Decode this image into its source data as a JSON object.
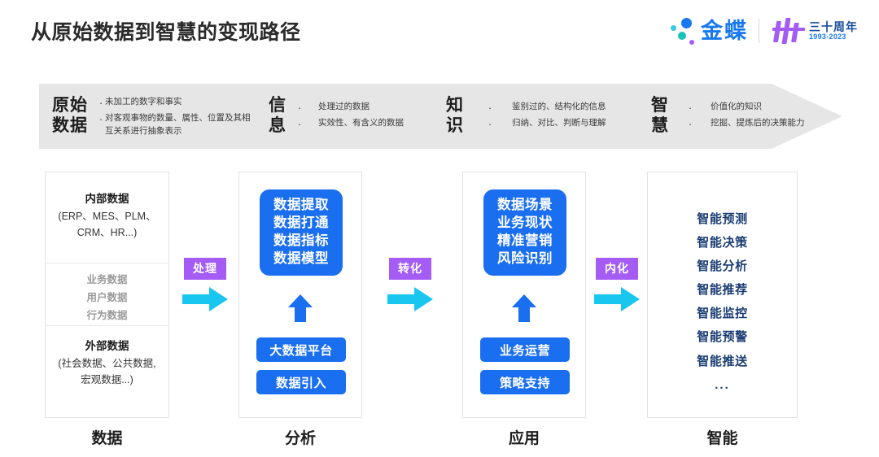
{
  "header": {
    "title": "从原始数据到智慧的变现路径",
    "brand": {
      "name": "金蝶",
      "anniversary_cn": "三十周年",
      "anniversary_years": "1993-2023"
    }
  },
  "band": {
    "stages": [
      {
        "heading_line1": "原始",
        "heading_line2": "数据",
        "bullets": [
          "未加工的数字和事实",
          "对客观事物的数量、属性、位置及其相互关系进行抽象表示"
        ]
      },
      {
        "heading_line1": "信",
        "heading_line2": "息",
        "bullets": [
          "处理过的数据",
          "实效性、有含义的数据"
        ]
      },
      {
        "heading_line1": "知",
        "heading_line2": "识",
        "bullets": [
          "鉴别过的、结构化的信息",
          "归纳、对比、判断与理解"
        ]
      },
      {
        "heading_line1": "智",
        "heading_line2": "慧",
        "bullets": [
          "价值化的知识",
          "挖掘、提炼后的决策能力"
        ]
      }
    ],
    "bullet_glyph": "·"
  },
  "columns": [
    {
      "label": "数据",
      "internal_title": "内部数据",
      "internal_sub_line1": "(ERP、MES、PLM、",
      "internal_sub_line2": "CRM、HR...)",
      "middle_items": [
        "业务数据",
        "用户数据",
        "行为数据"
      ],
      "external_title": "外部数据",
      "external_sub_line1": "(社会数据、公共数据,",
      "external_sub_line2": "宏观数据...)"
    },
    {
      "label": "分析",
      "box_items": [
        "数据提取",
        "数据打通",
        "数据指标",
        "数据模型"
      ],
      "pills": [
        "大数据平台",
        "数据引入"
      ]
    },
    {
      "label": "应用",
      "box_items": [
        "数据场景",
        "业务现状",
        "精准营销",
        "风险识别"
      ],
      "pills": [
        "业务运营",
        "策略支持"
      ]
    },
    {
      "label": "智能",
      "items": [
        "智能预测",
        "智能决策",
        "智能分析",
        "智能推荐",
        "智能监控",
        "智能预警",
        "智能推送"
      ],
      "ellipsis": "..."
    }
  ],
  "connectors": [
    {
      "label": "处理"
    },
    {
      "label": "转化"
    },
    {
      "label": "内化"
    }
  ],
  "colors": {
    "accent_blue": "#1a6ef0",
    "arrow_cyan": "#19c6f0",
    "tag_purple": "#a45cf5",
    "band_gray": "#e6e6e6",
    "smart_navy": "#1b3d73",
    "brand_blue": "#1878f0"
  }
}
